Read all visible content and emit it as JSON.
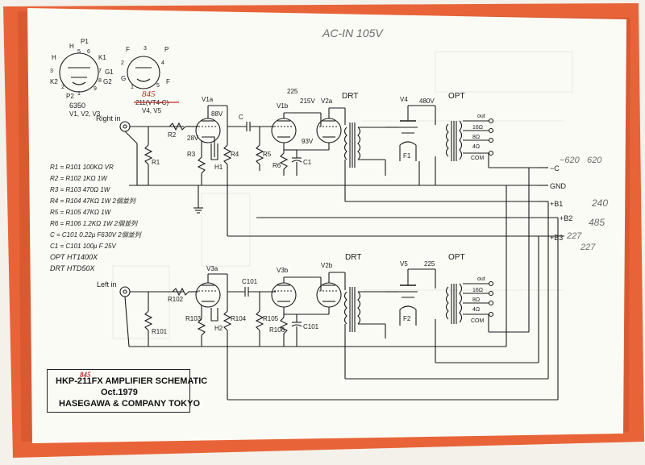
{
  "colors": {
    "paper": "#fbfbf5",
    "sheet": "#e86438",
    "ink": "#1a1a1a",
    "red_ink": "#c0282a",
    "pencil": "#6a6a6a"
  },
  "header_note": "AC-IN 105V",
  "tube_pinout": {
    "tube1_pins": [
      "H",
      "P1",
      "H",
      "5",
      "6",
      "K1",
      "3",
      "7",
      "G1",
      "8",
      "K2",
      "2",
      "1",
      "9",
      "G2",
      "P2"
    ],
    "tube1_name": "6350",
    "tube1_use": "V1, V2, V3",
    "tube2_pins": [
      "F",
      "3",
      "P",
      "2",
      "4",
      "G",
      "1",
      "5",
      "F"
    ],
    "tube2_name_struck": "211(VT4-C)",
    "tube2_name_red": "845",
    "tube2_use": "V4, V5"
  },
  "channels": {
    "right": {
      "input": "Right in",
      "tubes": [
        "V1a",
        "V1b",
        "V2a",
        "V4"
      ],
      "resistors": [
        "R1",
        "R2",
        "R3",
        "R4",
        "R5",
        "R6"
      ],
      "caps": [
        "C",
        "C1"
      ],
      "volts": [
        "88V",
        "225",
        "215V",
        "480V",
        "28V",
        "93V"
      ],
      "transformers": [
        "DRT",
        "OPT"
      ],
      "heaters": [
        "H1"
      ],
      "filament": "F1"
    },
    "left": {
      "input": "Left in",
      "tubes": [
        "V3a",
        "V3b",
        "V2b",
        "V5"
      ],
      "resistors": [
        "R101",
        "R102",
        "R103",
        "R104",
        "R105",
        "R106"
      ],
      "caps": [
        "C101",
        "C101"
      ],
      "volts": [
        "225"
      ],
      "transformers": [
        "DRT",
        "OPT"
      ],
      "heaters": [
        "H2"
      ],
      "filament": "F2"
    }
  },
  "taps": [
    "out",
    "16Ω",
    "8Ω",
    "4Ω",
    "COM"
  ],
  "parts_list": [
    "R1 = R101  100KΩ VR",
    "R2 = R102  1KΩ 1W",
    "R3 = R103  470Ω 1W",
    "R4 = R104  47KΩ 1W 2個並列",
    "R5 = R105  47KΩ 1W",
    "R6 = R106  1.2KΩ 1W 2個並列",
    "C  = C101  0.22μ F630V 2個並列",
    "C1 = C101  100μ F 25V"
  ],
  "transformer_list": [
    "OPT  HT1400X",
    "DRT  HTD50X"
  ],
  "rails": {
    "gnd": "GND",
    "minus_c": "−C",
    "b1": "+B1",
    "b2": "+B2",
    "b3": "+B3"
  },
  "rail_notes": {
    "minus_c": "−620",
    "minus_c2": "620",
    "b1": "240",
    "b2": "485",
    "b2_alt": "227",
    "b3": "227"
  },
  "title_block": {
    "title": "HKP-211FX AMPLIFIER SCHEMATIC",
    "title_correction": "845",
    "date": "Oct.1979",
    "company": "HASEGAWA & COMPANY  TOKYO"
  }
}
